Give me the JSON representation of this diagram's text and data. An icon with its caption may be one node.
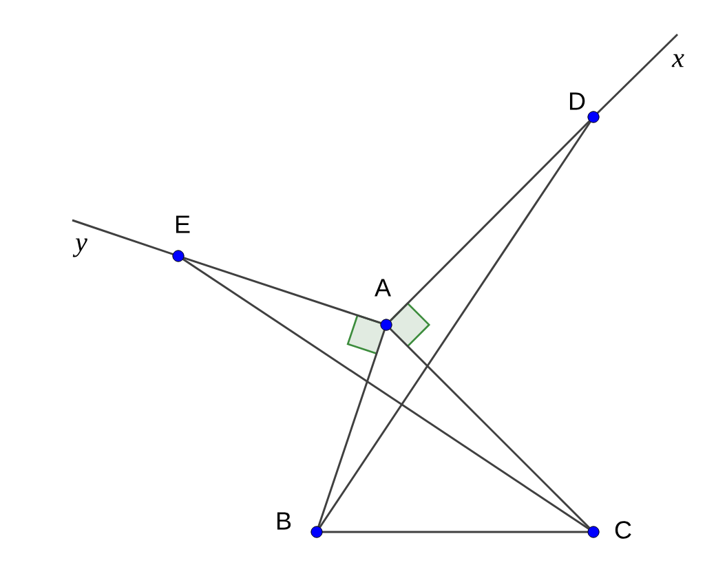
{
  "diagram": {
    "nodes": [
      {
        "text": [
          "D"
        ]
      },
      {
        "text": [
          "E"
        ]
      },
      {
        "text": [
          "A"
        ]
      },
      {
        "text": [
          "B"
        ]
      },
      {
        "text": [
          "C"
        ]
      }
    ],
    "edges": [
      {
        "from": 1,
        "to": 2,
        "arrow": "none"
      },
      {
        "from": 2,
        "to": 0,
        "arrow": "none"
      },
      {
        "from": 2,
        "to": 3,
        "arrow": "none"
      },
      {
        "from": 2,
        "to": 4,
        "arrow": "none"
      },
      {
        "from": 3,
        "to": 4,
        "arrow": "none"
      },
      {
        "from": 3,
        "to": 0,
        "arrow": "none"
      },
      {
        "from": 1,
        "to": 4,
        "arrow": "none"
      }
    ],
    "labels": [
      "x",
      "y"
    ]
  }
}
